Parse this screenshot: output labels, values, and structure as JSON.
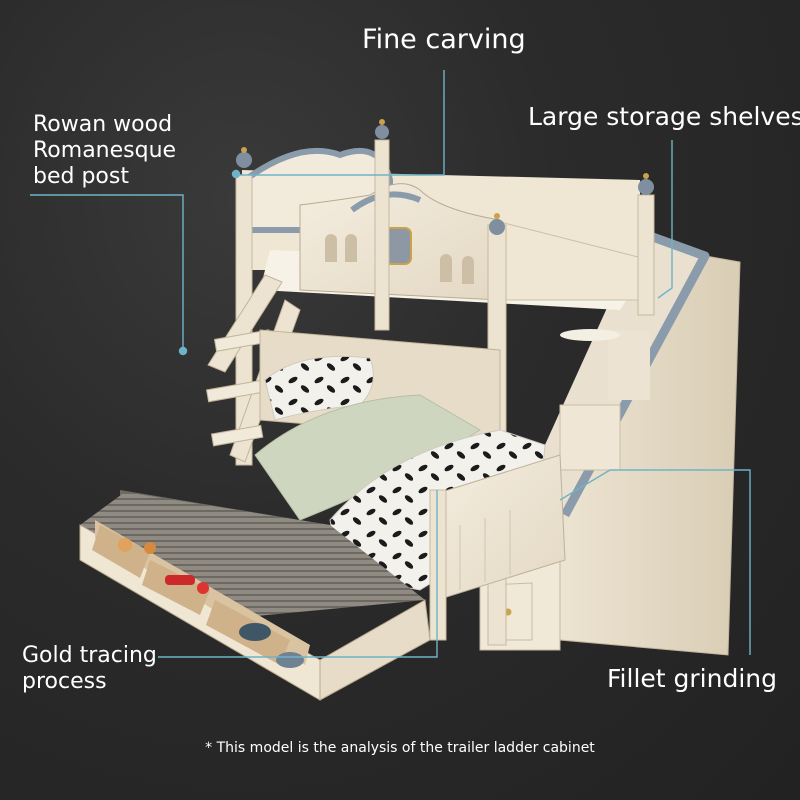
{
  "labels": {
    "fine_carving": "Fine carving",
    "storage_shelves": "Large storage shelves",
    "rowan_lines": [
      "Rowan wood",
      "Romanesque",
      "bed post"
    ],
    "gold_lines": [
      "Gold tracing",
      "process"
    ],
    "fillet_grinding": "Fillet grinding"
  },
  "footnote": "* This model is the analysis of the trailer ladder cabinet",
  "colors": {
    "background": "#2a2a2a",
    "callout_line": "#6fb3c8",
    "bed_body": "#efe7d6",
    "trim_blue": "#8a9bab",
    "gold": "#c9a24a"
  },
  "product": {
    "kind": "bunk bed with trundle and ladder storage cabinet"
  }
}
